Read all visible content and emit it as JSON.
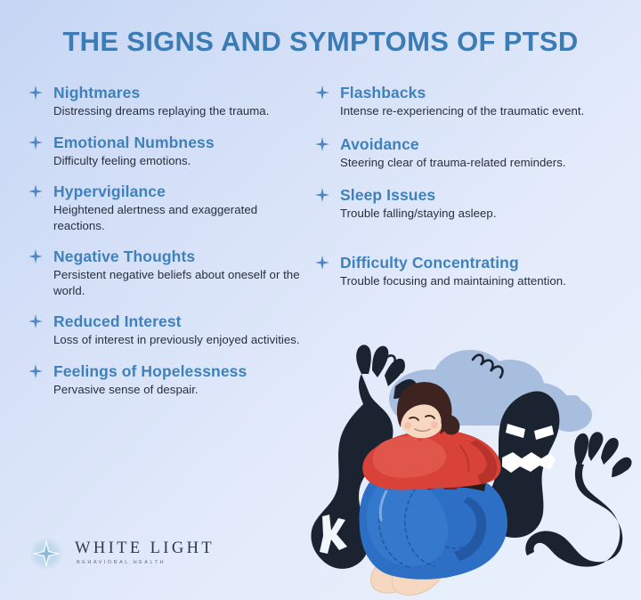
{
  "poster": {
    "title": "THE SIGNS AND SYMPTOMS OF PTSD",
    "background_gradient_from": "#c6d6f4",
    "background_gradient_to": "#eaf1fc",
    "title_color": "#3c7cb6",
    "item_title_color": "#3f81bb",
    "body_text_color": "#272f3c",
    "bullet_icon": "four-point-star-sparkle",
    "bullet_color": "#4e87c4"
  },
  "columns": {
    "left": [
      {
        "title": "Nightmares",
        "desc": "Distressing dreams replaying the trauma."
      },
      {
        "title": "Emotional Numbness",
        "desc": "Difficulty feeling emotions."
      },
      {
        "title": "Hypervigilance",
        "desc": "Heightened alertness and exaggerated reactions."
      },
      {
        "title": "Negative Thoughts",
        "desc": "Persistent negative beliefs about oneself or the world."
      },
      {
        "title": "Reduced Interest",
        "desc": "Loss of interest in previously enjoyed activities."
      },
      {
        "title": "Feelings of Hopelessness",
        "desc": "Pervasive sense of despair."
      }
    ],
    "right": [
      {
        "title": "Flashbacks",
        "desc": "Intense re-experiencing of the traumatic event."
      },
      {
        "title": "Avoidance",
        "desc": "Steering clear of trauma-related reminders."
      },
      {
        "title": "Sleep Issues",
        "desc": "Trouble falling/staying asleep."
      },
      {
        "title": "Difficulty Concentrating",
        "desc": "Trouble focusing and maintaining attention."
      }
    ]
  },
  "logo": {
    "name": "WHITE LIGHT",
    "subtitle": "BEHAVIORAL HEALTH",
    "mark_icon": "four-point-star-glow",
    "mark_color": "#8fb9d9",
    "name_color": "#2b3a4a"
  },
  "illustration": {
    "alt": "Woman hugging her knees surrounded by dark shadow monsters and clouds",
    "colors": {
      "shadow": "#1b2330",
      "cloud": "#a8bedf",
      "sweater": "#d94238",
      "jeans": "#2d6fc4",
      "jeans_dark": "#2358a5",
      "skin": "#f6d8c0",
      "hair": "#3d2420",
      "belt": "#241d1c",
      "eye_white": "#ffffff"
    }
  }
}
